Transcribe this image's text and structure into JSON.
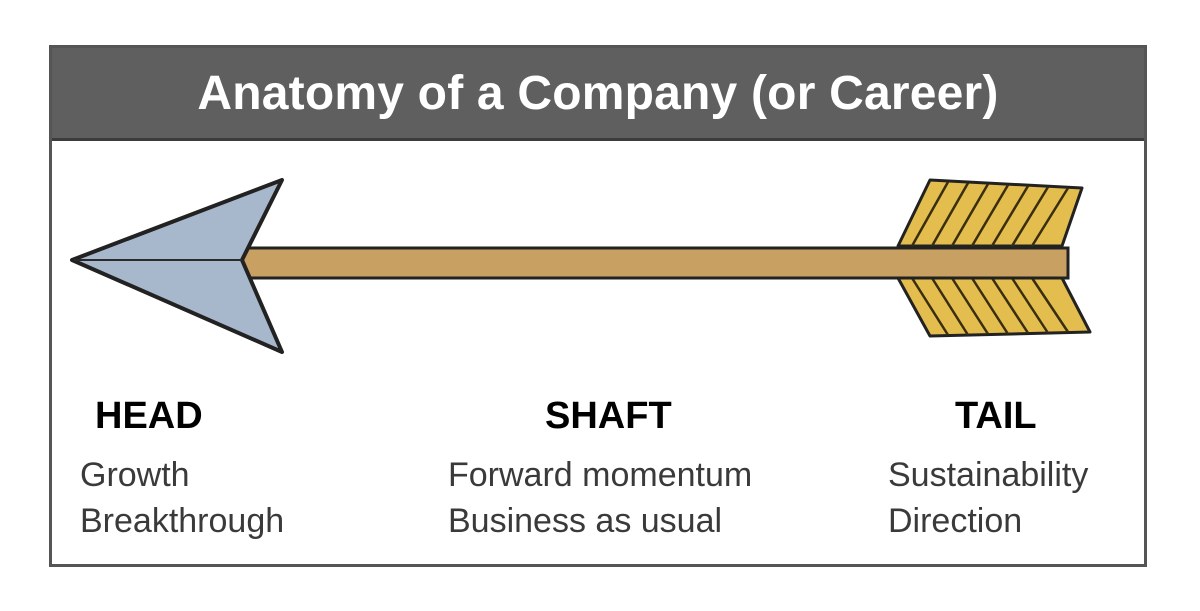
{
  "title": "Anatomy of a Company (or Career)",
  "colors": {
    "title_bar": "#5f5f5f",
    "arrowhead": "#a8b8cc",
    "shaft": "#c8a062",
    "fletching": "#e3bd4e",
    "outline": "#222222"
  },
  "sections": [
    {
      "heading": "HEAD",
      "lines": [
        "Growth",
        "Breakthrough"
      ]
    },
    {
      "heading": "SHAFT",
      "lines": [
        "Forward momentum",
        "Business as usual"
      ]
    },
    {
      "heading": "TAIL",
      "lines": [
        "Sustainability",
        "Direction"
      ]
    }
  ]
}
